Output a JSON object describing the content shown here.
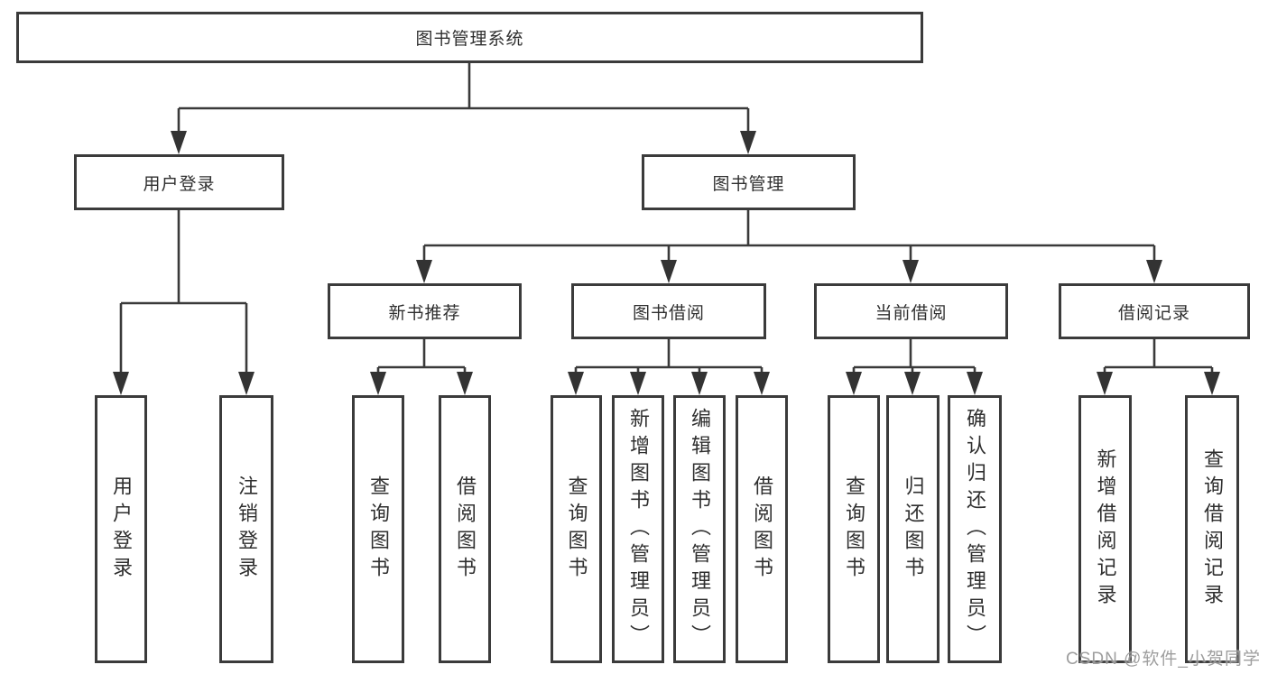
{
  "tree": {
    "root": "图书管理系统",
    "level2": [
      "用户登录",
      "图书管理"
    ],
    "level3": [
      "新书推荐",
      "图书借阅",
      "当前借阅",
      "借阅记录"
    ],
    "leaves": {
      "user_login": [
        "用户登录",
        "注销登录"
      ],
      "new_book_recommend": [
        "查询图书",
        "借阅图书"
      ],
      "book_borrowing": [
        "查询图书",
        "新增图书（管理员）",
        "编辑图书（管理员）",
        "借阅图书"
      ],
      "current_borrowing": [
        "查询图书",
        "归还图书",
        "确认归还（管理员）"
      ],
      "borrowing_records": [
        "新增借阅记录",
        "查询借阅记录"
      ]
    }
  },
  "watermark": "CSDN @软件_小贺同学",
  "colors": {
    "line": "#3a3a3a",
    "box_border": "#3b3b3b",
    "text": "#2f2f2f",
    "watermark": "#949494"
  }
}
